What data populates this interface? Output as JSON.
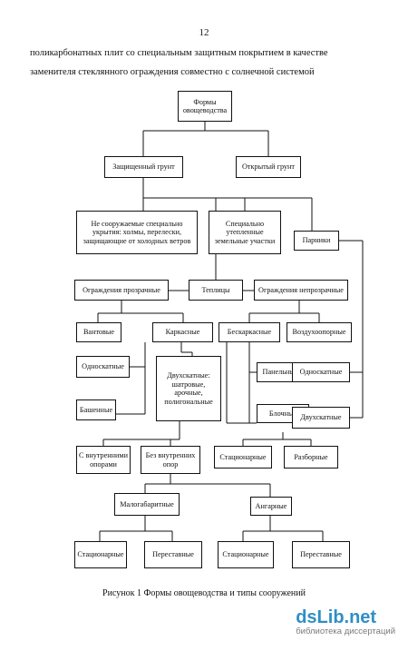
{
  "page_number": "12",
  "intro_line1": "поликарбонатных плит со специальным защитным покрытием в качестве",
  "intro_line2": "заменителя стеклянного ограждения совместно с солнечной системой",
  "nodes": {
    "forms": [
      "Формы",
      "овощеводства"
    ],
    "protected": [
      "Защищенный грунт"
    ],
    "open": [
      "Открытый грунт"
    ],
    "non_built": [
      "Не сооружаемые специально",
      "укрытия: холмы, перелески,",
      "защищающие от холодных ветров"
    ],
    "insulated": [
      "Специально",
      "утепленные",
      "земельные участки"
    ],
    "hotbeds": [
      "Парники"
    ],
    "transparent": [
      "Ограждения прозрачные"
    ],
    "greenhouses": [
      "Теплицы"
    ],
    "opaque": [
      "Ограждения непрозрачные"
    ],
    "guyed": [
      "Вантовые"
    ],
    "frame": [
      "Каркасные"
    ],
    "frameless": [
      "Бескаркасные"
    ],
    "air": [
      "Воздухоопорные"
    ],
    "single_slope_left": [
      "Односкатные"
    ],
    "double_slope_types": [
      "Двухскатные:",
      "шатровые,",
      "арочные,",
      "полигональные"
    ],
    "panel": [
      "Панельные"
    ],
    "single_slope_right": [
      "Односкатные"
    ],
    "tower": [
      "Башенные"
    ],
    "block": [
      "Блочные"
    ],
    "double_slope_right": [
      "Двухскатные"
    ],
    "with_supports": [
      "С внутренними",
      "опорами"
    ],
    "without_supports": [
      "Без внутренних",
      "опор"
    ],
    "stationary_mid": [
      "Стационарные"
    ],
    "collapsible": [
      "Разборные"
    ],
    "small": [
      "Малогабаритные"
    ],
    "hangar": [
      "Ангарные"
    ],
    "stationary_1": [
      "Стационарные"
    ],
    "movable_1": [
      "Переставные"
    ],
    "stationary_2": [
      "Стационарные"
    ],
    "movable_2": [
      "Переставные"
    ]
  },
  "caption": "Рисунок 1  Формы  овощеводства и типы сооружений",
  "watermark": {
    "logo": "dsLib.net",
    "subtitle": "библиотека диссертаций"
  }
}
